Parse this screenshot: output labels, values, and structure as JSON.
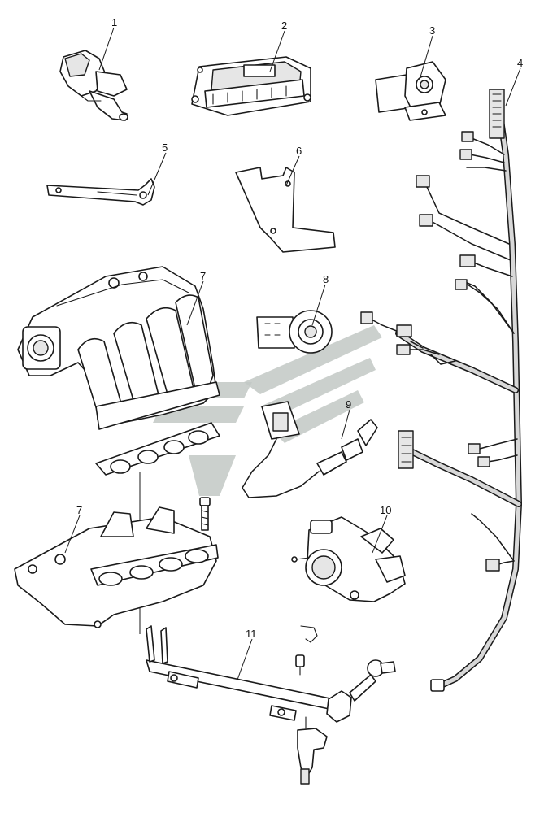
{
  "callouts": [
    {
      "id": "1",
      "label": "1"
    },
    {
      "id": "2",
      "label": "2"
    },
    {
      "id": "3",
      "label": "3"
    },
    {
      "id": "4",
      "label": "4"
    },
    {
      "id": "5",
      "label": "5"
    },
    {
      "id": "6",
      "label": "6"
    },
    {
      "id": "7a",
      "label": "7"
    },
    {
      "id": "7b",
      "label": "7"
    },
    {
      "id": "8",
      "label": "8"
    },
    {
      "id": "9",
      "label": "9"
    },
    {
      "id": "10",
      "label": "10"
    },
    {
      "id": "11",
      "label": "11"
    }
  ],
  "colors": {
    "line": "#1a1a1a",
    "shade": "#e6e6e6",
    "watermark": "#c2c8c4",
    "background": "#ffffff"
  }
}
